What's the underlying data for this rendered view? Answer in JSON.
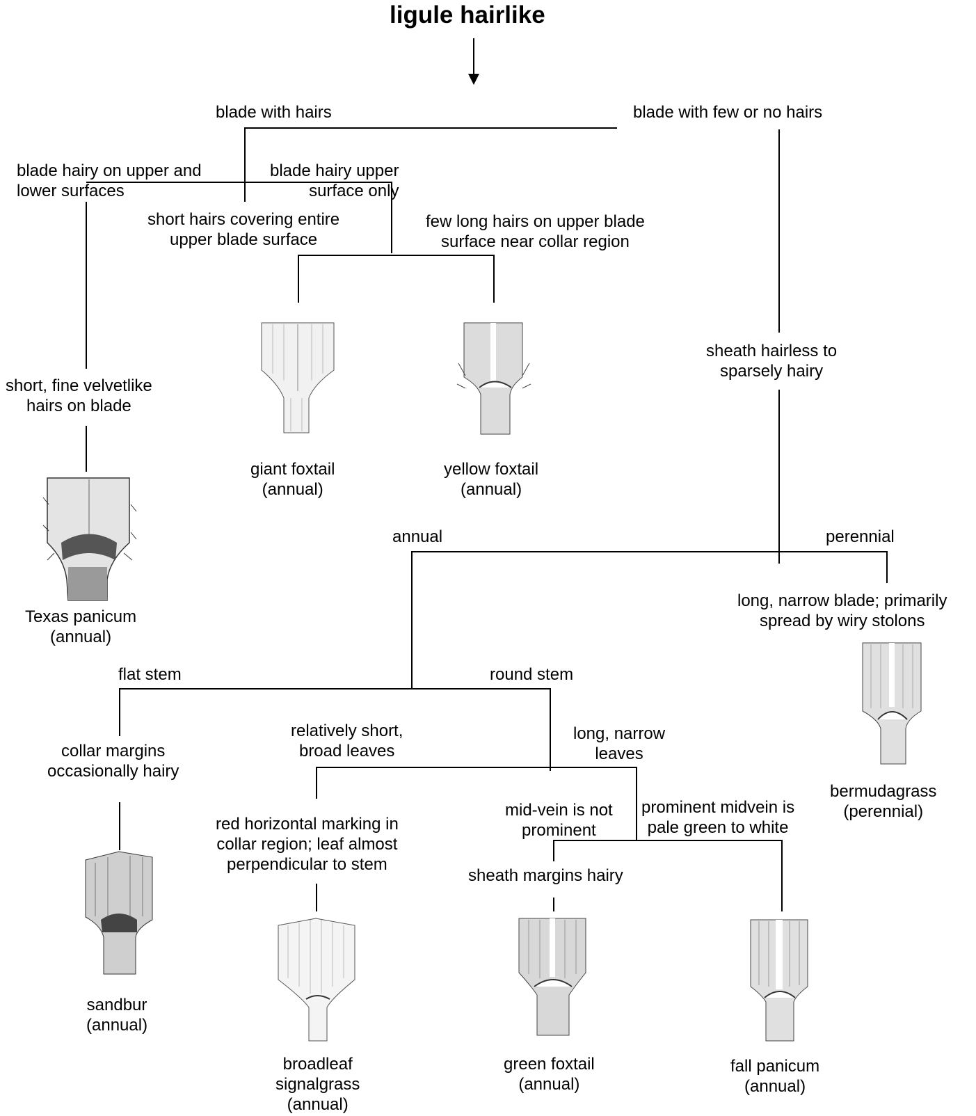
{
  "title": "ligule hairlike",
  "labels": {
    "blade_with_hairs": "blade with hairs",
    "blade_few_no_hairs": "blade with few or no hairs",
    "blade_hairy_upper_lower": [
      "blade hairy on upper and",
      "lower surfaces"
    ],
    "blade_hairy_upper_only": [
      "blade hairy upper",
      "surface only"
    ],
    "short_hairs_covering": [
      "short hairs covering entire",
      "upper blade surface"
    ],
    "few_long_hairs": [
      "few long hairs on upper blade",
      "surface near collar region"
    ],
    "short_fine_velvet": [
      "short, fine velvetlike",
      "hairs on blade"
    ],
    "sheath_hairless": [
      "sheath hairless to",
      "sparsely hairy"
    ],
    "annual": "annual",
    "perennial": "perennial",
    "long_narrow_blade_stolons": [
      "long, narrow blade; primarily",
      "spread by wiry stolons"
    ],
    "flat_stem": "flat stem",
    "round_stem": "round stem",
    "collar_margins_hairy": [
      "collar margins",
      "occasionally hairy"
    ],
    "relatively_short_broad": [
      "relatively short,",
      "broad leaves"
    ],
    "long_narrow_leaves": [
      "long, narrow",
      "leaves"
    ],
    "red_horizontal_marking": [
      "red horizontal marking in",
      "collar region; leaf almost",
      "perpendicular to stem"
    ],
    "midvein_not_prominent": [
      "mid-vein is not",
      "prominent"
    ],
    "prominent_midvein": [
      "prominent midvein is",
      "pale green to white"
    ],
    "sheath_margins_hairy": "sheath margins hairy"
  },
  "species": {
    "texas_panicum": [
      "Texas panicum",
      "(annual)"
    ],
    "giant_foxtail": [
      "giant foxtail",
      "(annual)"
    ],
    "yellow_foxtail": [
      "yellow foxtail",
      "(annual)"
    ],
    "bermudagrass": [
      "bermudagrass",
      "(perennial)"
    ],
    "sandbur": [
      "sandbur",
      "(annual)"
    ],
    "broadleaf_signalgrass": [
      "broadleaf",
      "signalgrass",
      "(annual)"
    ],
    "green_foxtail": [
      "green foxtail",
      "(annual)"
    ],
    "fall_panicum": [
      "fall panicum",
      "(annual)"
    ]
  }
}
